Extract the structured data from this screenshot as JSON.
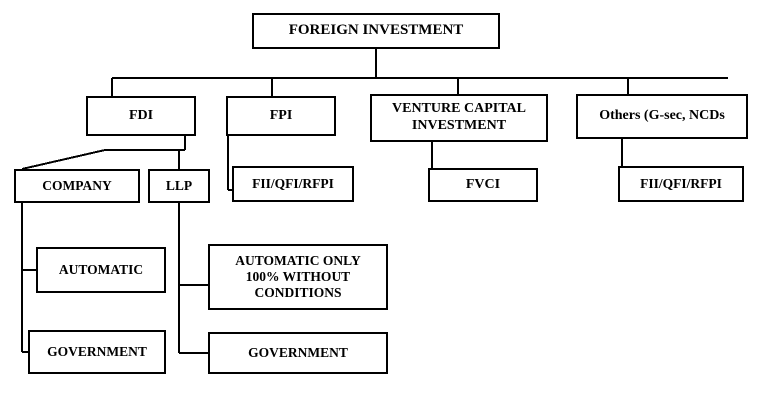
{
  "diagram": {
    "title": "Foreign Investment structure chart",
    "style": {
      "box_border_color": "#000000",
      "line_color": "#000000",
      "background_color": "#ffffff",
      "text_color": "#000000"
    },
    "nodes": {
      "root": {
        "label": "FOREIGN INVESTMENT"
      },
      "fdi": {
        "label": "FDI"
      },
      "fpi": {
        "label": "FPI"
      },
      "venture_capital": {
        "label": "VENTURE CAPITAL\nINVESTMENT"
      },
      "others": {
        "label": "Others (G-sec, NCDs"
      },
      "company": {
        "label": "COMPANY"
      },
      "llp": {
        "label": "LLP"
      },
      "fii_qfi_rfpi_fpi": {
        "label": "FII/QFI/RFPI"
      },
      "fvci": {
        "label": "FVCI"
      },
      "fii_qfi_rfpi_others": {
        "label": "FII/QFI/RFPI"
      },
      "automatic": {
        "label": "AUTOMATIC"
      },
      "automatic_only": {
        "label": "AUTOMATIC ONLY\n100% WITHOUT\nCONDITIONS"
      },
      "government_company": {
        "label": "GOVERNMENT"
      },
      "government_llp": {
        "label": "GOVERNMENT"
      }
    },
    "edges": [
      {
        "from": "root",
        "to": "fdi"
      },
      {
        "from": "root",
        "to": "fpi"
      },
      {
        "from": "root",
        "to": "venture_capital"
      },
      {
        "from": "root",
        "to": "others"
      },
      {
        "from": "fdi",
        "to": "company"
      },
      {
        "from": "fdi",
        "to": "llp"
      },
      {
        "from": "fpi",
        "to": "fii_qfi_rfpi_fpi"
      },
      {
        "from": "venture_capital",
        "to": "fvci"
      },
      {
        "from": "others",
        "to": "fii_qfi_rfpi_others"
      },
      {
        "from": "company",
        "to": "automatic"
      },
      {
        "from": "company",
        "to": "government_company"
      },
      {
        "from": "llp",
        "to": "automatic_only"
      },
      {
        "from": "llp",
        "to": "government_llp"
      }
    ]
  }
}
